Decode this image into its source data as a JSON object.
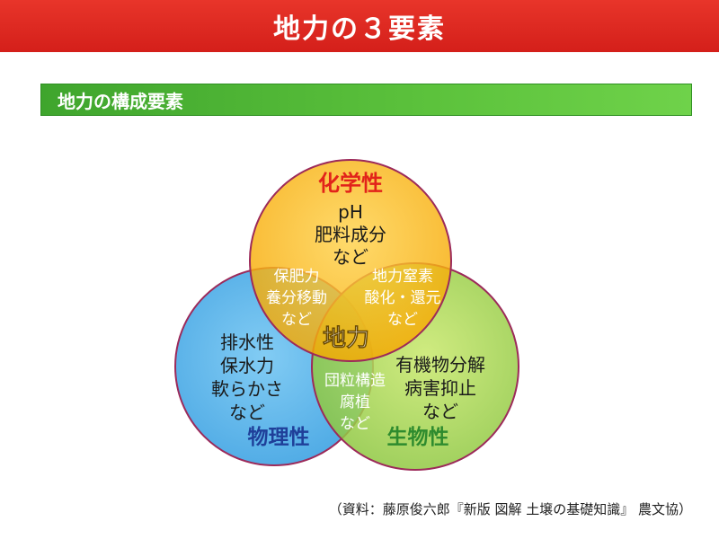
{
  "header": {
    "title": "地力の３要素"
  },
  "section": {
    "title": "地力の構成要素"
  },
  "diagram": {
    "center_label": "地力",
    "chemical": {
      "title": "化学性",
      "lines": [
        "pH",
        "肥料成分",
        "など"
      ]
    },
    "physical": {
      "title": "物理性",
      "lines": [
        "排水性",
        "保水力",
        "軟らかさ",
        "など"
      ]
    },
    "biological": {
      "title": "生物性",
      "lines": [
        "有機物分解",
        "病害抑止",
        "など"
      ]
    },
    "chem_phys": {
      "lines": [
        "保肥力",
        "養分移動",
        "など"
      ]
    },
    "chem_bio": {
      "lines": [
        "地力窒素",
        "酸化・還元",
        "など"
      ]
    },
    "phys_bio": {
      "lines": [
        "団粒構造",
        "腐植",
        "など"
      ]
    },
    "colors": {
      "chemical": "#f6a800",
      "physical": "#2f9be0",
      "biological": "#8cc63f",
      "chemical_title": "#e2231a",
      "physical_title": "#1f3f99",
      "biological_title": "#2e8b2e"
    }
  },
  "footer": {
    "source": "（資料：藤原俊六郎『新版 図解 土壌の基礎知識』 農文協）"
  }
}
